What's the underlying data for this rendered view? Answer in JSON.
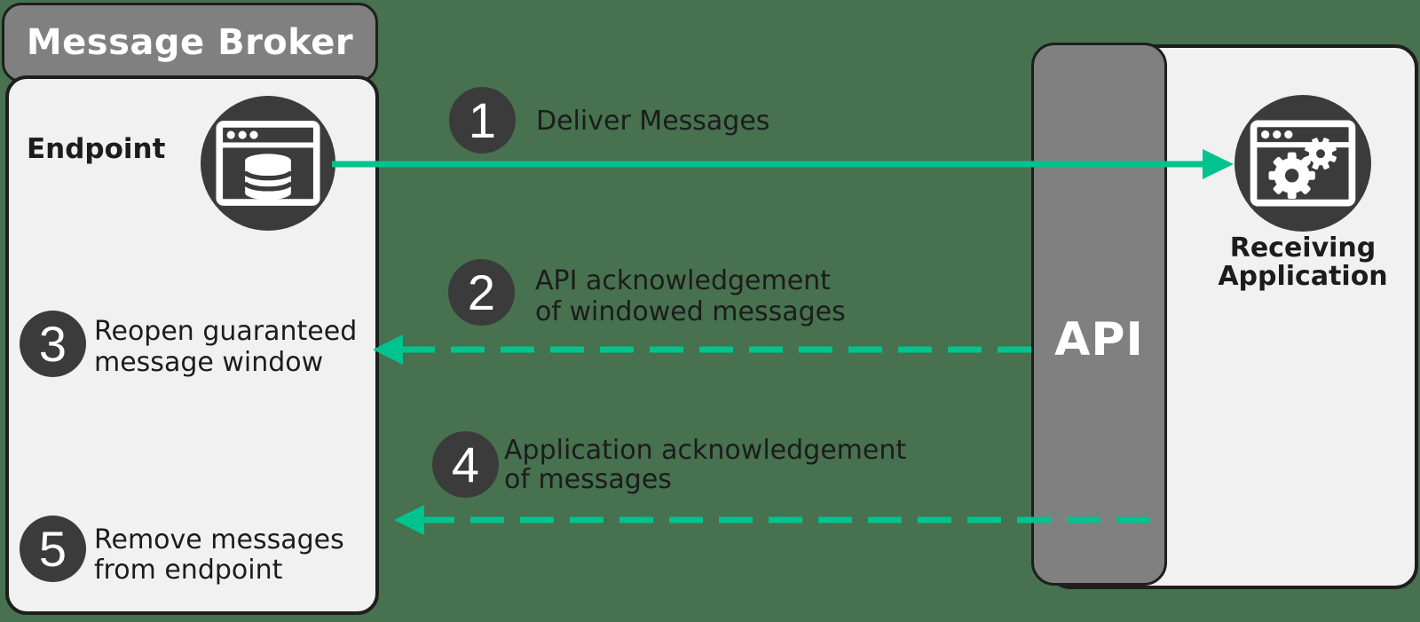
{
  "colors": {
    "background_green": "#47714F",
    "arrow_teal": "#00C38F",
    "panel_gray": "#808080",
    "panel_light": "#F1F1F1",
    "badge_dark": "#3B3B3B",
    "border_dark": "#1E1E1E",
    "text_dark": "#1C1C1C",
    "text_white": "#FFFFFF"
  },
  "broker": {
    "title": "Message Broker",
    "endpoint_label": "Endpoint",
    "endpoint_icon": "database-browser-icon"
  },
  "api": {
    "label": "API"
  },
  "receiver": {
    "label": "Receiving Application",
    "icon": "gears-browser-icon"
  },
  "steps": [
    {
      "num": "1",
      "lines": [
        "Deliver Messages"
      ]
    },
    {
      "num": "2",
      "lines": [
        "API acknowledgement",
        "of windowed messages"
      ]
    },
    {
      "num": "3",
      "lines": [
        "Reopen guaranteed",
        "message window"
      ]
    },
    {
      "num": "4",
      "lines": [
        "Application acknowledgement",
        "of messages"
      ]
    },
    {
      "num": "5",
      "lines": [
        "Remove messages",
        "from endpoint"
      ]
    }
  ],
  "arrows": [
    {
      "step": "1",
      "style": "solid",
      "direction": "right",
      "from": "endpoint",
      "to": "receiving-application"
    },
    {
      "step": "2",
      "style": "dashed",
      "direction": "left",
      "from": "api",
      "to": "message-broker"
    },
    {
      "step": "4",
      "style": "dashed",
      "direction": "left",
      "from": "api",
      "to": "message-broker"
    }
  ]
}
